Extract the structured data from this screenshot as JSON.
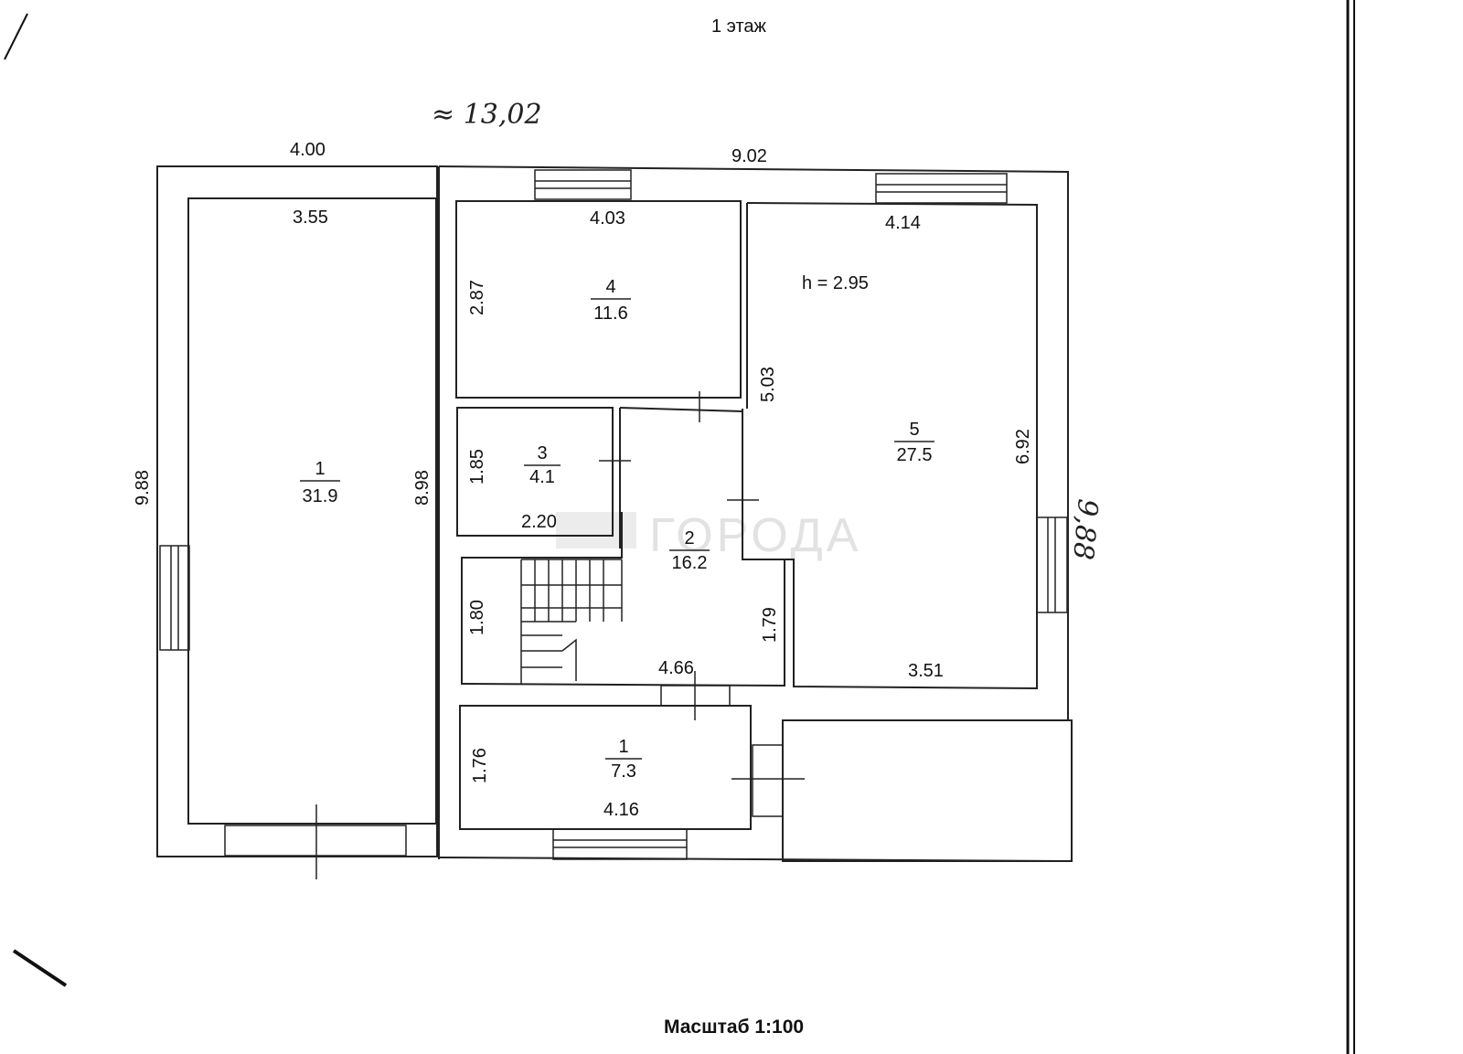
{
  "title": "1 этаж",
  "handwritten_note": "≈ 13,02",
  "handwritten_side": "9,88",
  "watermark": "ГОРОДА",
  "scale_label": "Масштаб 1:100",
  "height_note": "h = 2.95",
  "dimensions": {
    "top_left": "4.00",
    "top_right": "9.02",
    "room1_top": "3.55",
    "left_side": "9.88",
    "room1_right": "8.98",
    "room4_top": "4.03",
    "room4_side": "2.87",
    "room5_top": "4.14",
    "room5_left": "5.03",
    "room5_right": "6.92",
    "room3_side": "1.85",
    "room3_bottom": "2.20",
    "stair_side": "1.80",
    "hall_bottom": "4.66",
    "hall_right": "1.79",
    "room5_bottom": "3.51",
    "bath_side": "1.76",
    "bath_bottom": "4.16"
  },
  "rooms": [
    {
      "number": "1",
      "area": "31.9"
    },
    {
      "number": "4",
      "area": "11.6"
    },
    {
      "number": "5",
      "area": "27.5"
    },
    {
      "number": "3",
      "area": "4.1"
    },
    {
      "number": "2",
      "area": "16.2"
    },
    {
      "number": "1",
      "area": "7.3"
    }
  ]
}
